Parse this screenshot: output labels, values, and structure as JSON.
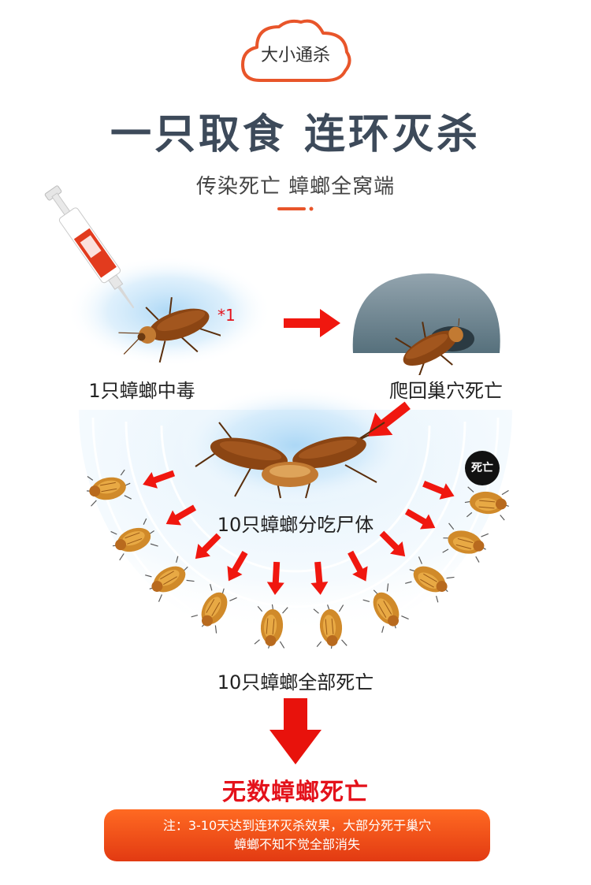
{
  "badge": {
    "label": "大小通杀"
  },
  "headline": "一只取食 连环灭杀",
  "subtitle": "传染死亡 蟑螂全窝端",
  "steps": {
    "poisoned": "1只蟑螂中毒",
    "poisoned_mark": "*1",
    "return_nest": "爬回巢穴死亡",
    "eat_corpse": "10只蟑螂分吃尸体",
    "all_dead": "10只蟑螂全部死亡"
  },
  "death_badge": "死亡",
  "result": "无数蟑螂死亡",
  "note": {
    "line1": "注：3-10天达到连环灭杀效果，大部分死于巢穴",
    "line2": "蟑螂不知不觉全部消失"
  },
  "colors": {
    "accent_orange": "#e8552a",
    "arrow_red": "#f0170f",
    "headline": "#3d4a5a",
    "result_red": "#e4121b",
    "glow_blue": "#a9d6f5"
  },
  "icons": {
    "syringe": "syringe-icon",
    "cockroach": "cockroach-icon",
    "nest": "nest-icon",
    "arrow": "arrow-icon"
  }
}
